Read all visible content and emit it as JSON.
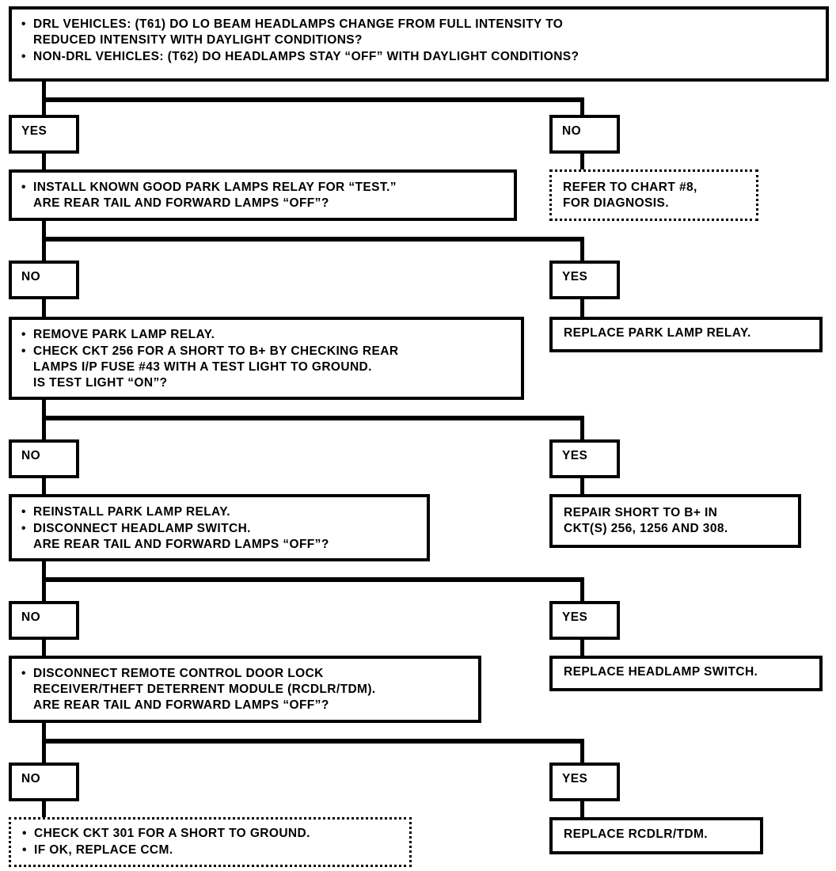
{
  "chart": {
    "title_absent": true,
    "nodes": {
      "q1": {
        "type": "question",
        "bullets": [
          "DRL VEHICLES: (T61) DO LO BEAM HEADLAMPS CHANGE FROM FULL INTENSITY TO\nREDUCED INTENSITY WITH DAYLIGHT CONDITIONS?",
          "NON-DRL VEHICLES: (T62) DO HEADLAMPS STAY “OFF” WITH DAYLIGHT CONDITIONS?"
        ]
      },
      "d1_yes": {
        "label": "YES"
      },
      "d1_no": {
        "label": "NO"
      },
      "q2": {
        "type": "question",
        "bullets": [
          "INSTALL KNOWN GOOD PARK LAMPS RELAY FOR “TEST.”\nARE REAR TAIL AND FORWARD LAMPS “OFF”?"
        ]
      },
      "a1": {
        "type": "action-dotted",
        "text": "REFER TO CHART #8,\nFOR DIAGNOSIS."
      },
      "d2_no": {
        "label": "NO"
      },
      "d2_yes": {
        "label": "YES"
      },
      "q3": {
        "type": "question",
        "bullets": [
          "REMOVE PARK LAMP RELAY.",
          "CHECK CKT 256 FOR A SHORT TO B+ BY CHECKING REAR\nLAMPS I/P FUSE #43 WITH A TEST LIGHT TO GROUND.\nIS TEST LIGHT “ON”?"
        ]
      },
      "a2": {
        "type": "action",
        "text": "REPLACE PARK LAMP RELAY."
      },
      "d3_no": {
        "label": "NO"
      },
      "d3_yes": {
        "label": "YES"
      },
      "q4": {
        "type": "question",
        "bullets": [
          "REINSTALL PARK LAMP RELAY.",
          "DISCONNECT HEADLAMP SWITCH.\nARE REAR TAIL AND FORWARD LAMPS “OFF”?"
        ]
      },
      "a3": {
        "type": "action",
        "text": "REPAIR SHORT TO B+ IN\nCKT(S) 256, 1256 AND 308."
      },
      "d4_no": {
        "label": "NO"
      },
      "d4_yes": {
        "label": "YES"
      },
      "q5": {
        "type": "question",
        "bullets": [
          "DISCONNECT REMOTE CONTROL DOOR LOCK\nRECEIVER/THEFT DETERRENT MODULE (RCDLR/TDM).\nARE REAR TAIL AND FORWARD LAMPS “OFF”?"
        ]
      },
      "a4": {
        "type": "action",
        "text": "REPLACE HEADLAMP SWITCH."
      },
      "d5_no": {
        "label": "NO"
      },
      "d5_yes": {
        "label": "YES"
      },
      "a5": {
        "type": "action-dotted",
        "bullets": [
          "CHECK CKT 301 FOR A SHORT TO GROUND.",
          "IF OK, REPLACE CCM."
        ]
      },
      "a6": {
        "type": "action",
        "text": "REPLACE RCDLR/TDM."
      }
    },
    "colors": {
      "line": "#000000",
      "fill": "#ffffff",
      "text": "#000000"
    }
  }
}
